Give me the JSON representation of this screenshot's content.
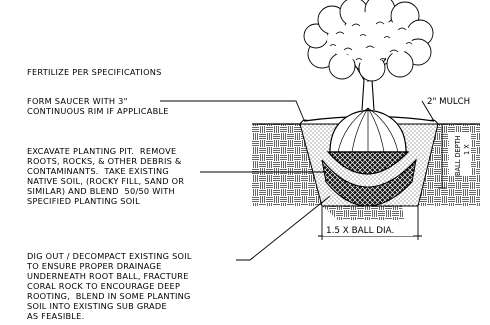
{
  "notes": {
    "fertilize": "FERTILIZE PER SPECIFICATIONS",
    "saucer": "FORM SAUCER WITH 3\"\nCONTINUOUS RIM IF APPLICABLE",
    "excavate": "EXCAVATE PLANTING PIT.  REMOVE\nROOTS, ROCKS, & OTHER DEBRIS &\nCONTAMINANTS.  TAKE EXISTING\nNATIVE SOIL, (ROCKY FILL, SAND OR\nSIMILAR) AND BLEND  50/50 WITH\nSPECIFIED PLANTING SOIL",
    "dig_out": "DIG OUT / DECOMPACT EXISTING SOIL\nTO ENSURE PROPER DRAINAGE\nUNDERNEATH ROOT BALL, FRACTURE\nCORAL ROCK TO ENCOURAGE DEEP\nROOTING,  BLEND IN SOME PLANTING\nSOIL INTO EXISTING SUB GRADE\nAS FEASIBLE."
  },
  "labels": {
    "mulch": "2\" MULCH",
    "pit_width": "1.5 X BALL DIA.",
    "ball_depth": "BALL DEPTH",
    "depth_factor": "1 X"
  },
  "colors": {
    "ink": "#000000",
    "paper": "#ffffff"
  }
}
